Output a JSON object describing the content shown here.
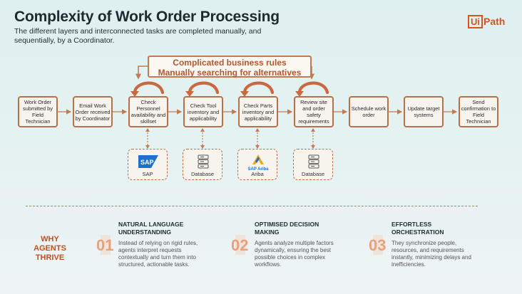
{
  "header": {
    "title": "Complexity of Work Order Processing",
    "subtitle": "The different layers and interconnected tasks are completed manually, and sequentially, by a Coordinator."
  },
  "logo": {
    "ui": "Ui",
    "path": "Path"
  },
  "rules_box": {
    "line1": "Complicated business rules",
    "line2": "Manually searching for alternatives"
  },
  "steps": [
    "Work Order submitted by Field Technician",
    "Email Work Order received by Coordinator",
    "Check Personnel availability and skillset",
    "Check Tool inventory and applicability",
    "Check Parts inventory and applicability",
    "Review site and order safety requirements",
    "Schedule work order",
    "Update target systems",
    "Send confirmation to Field Technician"
  ],
  "systems": [
    {
      "label": "SAP",
      "icon": "sap-logo",
      "logo_text": "SAP"
    },
    {
      "label": "Database",
      "icon": "database-icon"
    },
    {
      "label": "Ariba",
      "icon": "ariba-logo",
      "logo_text": "SAP Ariba"
    },
    {
      "label": "Database",
      "icon": "database-icon"
    }
  ],
  "why": {
    "label": "WHY AGENTS THRIVE"
  },
  "features": [
    {
      "number": "01",
      "title": "NATURAL LANGUAGE UNDERSTANDING",
      "description": "Instead of relying on rigid rules, agents interpret requests contextually and turn them into structured, actionable tasks."
    },
    {
      "number": "02",
      "title": "OPTIMISED DECISION MAKING",
      "description": "Agents analyze multiple factors dynamically, ensuring the best possible choices in complex workflows."
    },
    {
      "number": "03",
      "title": "EFFORTLESS ORCHESTRATION",
      "description": "They synchronize people, resources, and requirements instantly, minimizing delays and inefficiencies."
    }
  ],
  "colors": {
    "accent": "#c0501f",
    "box_border": "#b9704a",
    "arrow": "#c9693f"
  }
}
